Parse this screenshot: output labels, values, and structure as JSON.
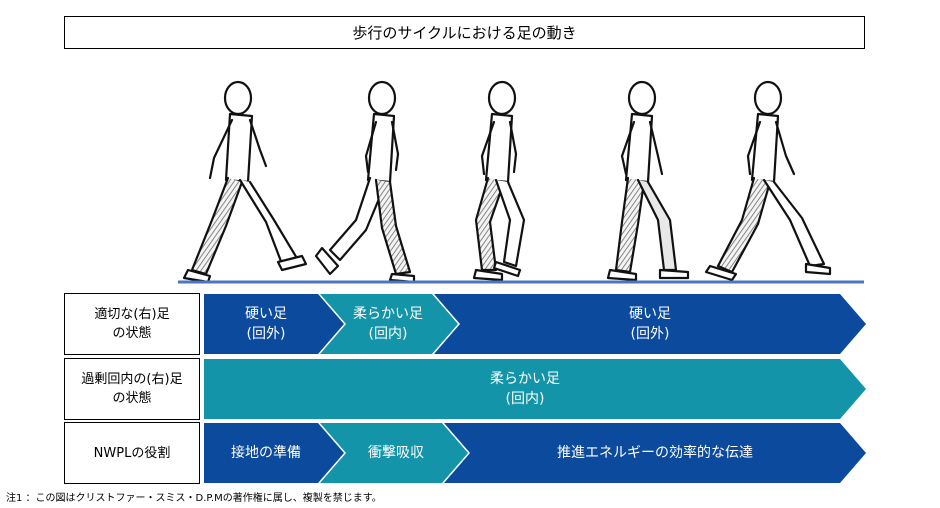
{
  "title": "歩行のサイクルにおける足の動き",
  "colors": {
    "dark_blue": "#0b4a9c",
    "teal": "#1494a8",
    "ground_line": "#4a76c4"
  },
  "rows": [
    {
      "label_line1": "適切な(右)足",
      "label_line2": "の状態",
      "segments": [
        {
          "line1": "硬い足",
          "line2": "(回外)"
        },
        {
          "line1": "柔らかい足",
          "line2": "(回内)"
        },
        {
          "line1": "硬い足",
          "line2": "(回外)"
        }
      ]
    },
    {
      "label_line1": "過剰回内の(右)足",
      "label_line2": "の状態",
      "segments": [
        {
          "line1": "柔らかい足",
          "line2": "(回内)"
        }
      ]
    },
    {
      "label_line1": "NWPLの役割",
      "label_line2": "",
      "segments": [
        {
          "line1": "接地の準備",
          "line2": ""
        },
        {
          "line1": "衝撃吸収",
          "line2": ""
        },
        {
          "line1": "推進エネルギーの効率的な伝達",
          "line2": ""
        }
      ]
    }
  ],
  "footnote": "注1 ：この図はクリストファー・スミス・D.P.Mの著作権に属し、複製を禁じます。"
}
